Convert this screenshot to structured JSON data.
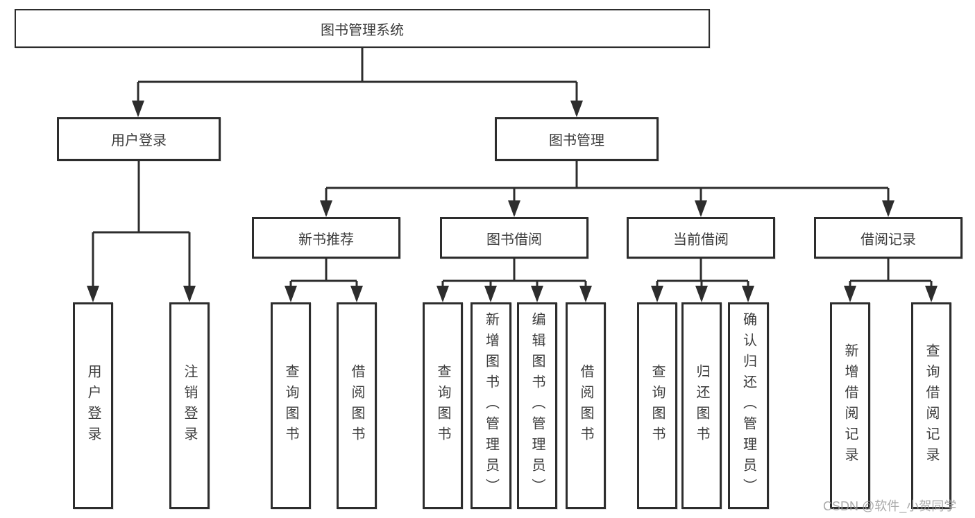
{
  "diagram": {
    "root": {
      "label": "图书管理系统"
    },
    "level2": [
      {
        "label": "用户登录"
      },
      {
        "label": "图书管理"
      }
    ],
    "level3": [
      {
        "label": "新书推荐",
        "parent": "图书管理"
      },
      {
        "label": "图书借阅",
        "parent": "图书管理"
      },
      {
        "label": "当前借阅",
        "parent": "图书管理"
      },
      {
        "label": "借阅记录",
        "parent": "图书管理"
      }
    ],
    "leaves": [
      {
        "label": "用户登录",
        "parent": "用户登录"
      },
      {
        "label": "注销登录",
        "parent": "用户登录"
      },
      {
        "label": "查询图书",
        "parent": "新书推荐"
      },
      {
        "label": "借阅图书",
        "parent": "新书推荐"
      },
      {
        "label": "查询图书",
        "parent": "图书借阅"
      },
      {
        "label": "新增图书（管理员）",
        "parent": "图书借阅"
      },
      {
        "label": "编辑图书（管理员）",
        "parent": "图书借阅"
      },
      {
        "label": "借阅图书",
        "parent": "图书借阅"
      },
      {
        "label": "查询图书",
        "parent": "当前借阅"
      },
      {
        "label": "归还图书",
        "parent": "当前借阅"
      },
      {
        "label": "确认归还（管理员）",
        "parent": "当前借阅"
      },
      {
        "label": "新增借阅记录",
        "parent": "借阅记录"
      },
      {
        "label": "查询借阅记录",
        "parent": "借阅记录"
      }
    ]
  },
  "watermark": {
    "text": "CSDN @软件_小贺同学"
  },
  "colors": {
    "line": "#2d2d2d",
    "box_border": "#2d2d2d",
    "box_bg": "#ffffff",
    "text": "#3c3c3c",
    "watermark": "#9b9b9b",
    "background": "#ffffff"
  }
}
